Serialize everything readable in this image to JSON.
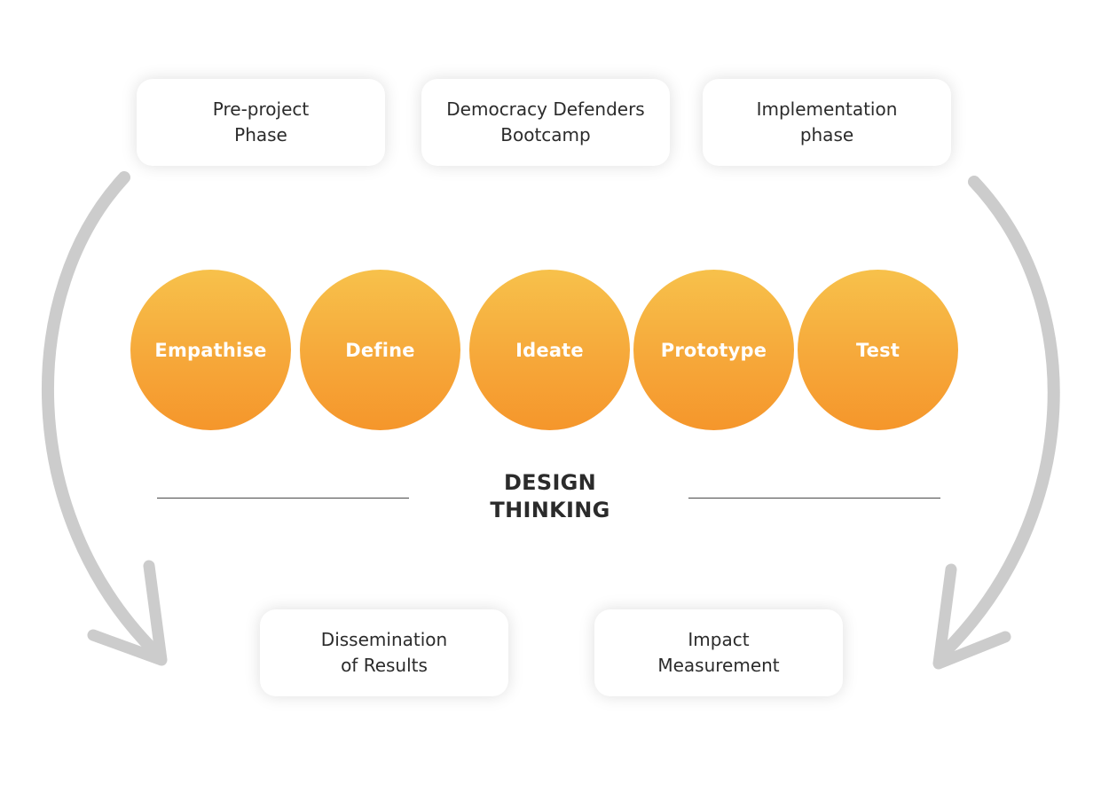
{
  "top_phases": [
    {
      "line1": "Pre-project",
      "line2": "Phase"
    },
    {
      "line1": "Democracy Defenders",
      "line2": "Bootcamp"
    },
    {
      "line1": "Implementation",
      "line2": "phase"
    }
  ],
  "steps": [
    {
      "label": "Empathise"
    },
    {
      "label": "Define"
    },
    {
      "label": "Ideate"
    },
    {
      "label": "Prototype"
    },
    {
      "label": "Test"
    }
  ],
  "center_title": {
    "line1": "DESIGN",
    "line2": "THINKING"
  },
  "bottom_phases": [
    {
      "line1": "Dissemination",
      "line2": "of Results"
    },
    {
      "line1": "Impact",
      "line2": "Measurement"
    }
  ],
  "colors": {
    "circle_top": "#f7c14b",
    "circle_bottom": "#f5962b",
    "arrow": "#cccccc",
    "text": "#2b2b2b"
  }
}
